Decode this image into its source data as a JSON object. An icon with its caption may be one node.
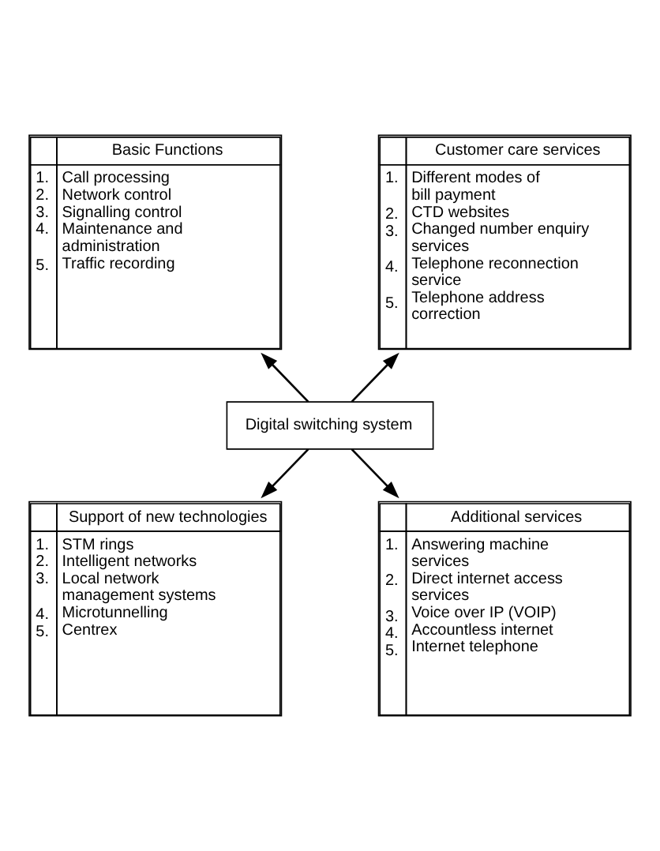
{
  "diagram": {
    "nodes": [
      {
        "text": [
          "Basic Functions",
          "1.",
          "Call processing",
          "2.",
          "Network control",
          "3.",
          "Signalling control",
          "4.",
          "Maintenance and administration",
          "5.",
          "Traffic recording"
        ]
      },
      {
        "text": [
          "Customer care services",
          "1.",
          "Different modes of bill payment",
          "2.",
          "CTD websites",
          "3.",
          "Changed number enquiry services",
          "4.",
          "Telephone reconnection service",
          "5.",
          "Telephone address correction"
        ]
      },
      {
        "text": [
          "Digital switching system"
        ]
      },
      {
        "text": [
          "Support of new technologies",
          "1.",
          "STM rings",
          "2.",
          "Intelligent networks",
          "3.",
          "Local network management systems",
          "4.",
          "Microtunnelling",
          "5.",
          "Centrex"
        ]
      },
      {
        "text": [
          "Additional services",
          "1.",
          "Answering machine services",
          "2.",
          "Direct internet access services",
          "3.",
          "Voice over IP (VOIP)",
          "4.",
          "Accountless internet",
          "5.",
          "Internet telephone"
        ]
      }
    ],
    "edges": [
      {
        "from": 2,
        "to": 0,
        "arrow": "to"
      },
      {
        "from": 2,
        "to": 1,
        "arrow": "to"
      },
      {
        "from": 2,
        "to": 3,
        "arrow": "to"
      },
      {
        "from": 2,
        "to": 4,
        "arrow": "to"
      }
    ]
  }
}
